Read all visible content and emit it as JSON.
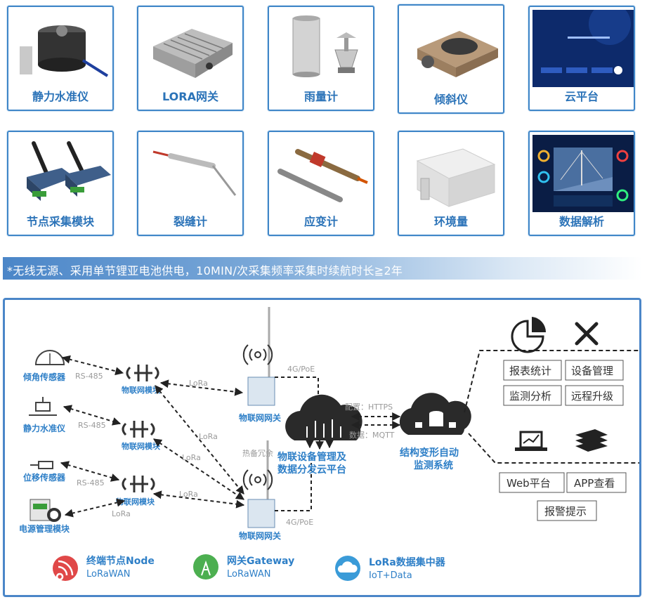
{
  "products": [
    {
      "label": "静力水准仪"
    },
    {
      "label": "LORA网关"
    },
    {
      "label": "雨量计"
    },
    {
      "label": "倾斜仪"
    },
    {
      "label": "云平台"
    },
    {
      "label": "节点采集模块"
    },
    {
      "label": "裂缝计"
    },
    {
      "label": "应变计"
    },
    {
      "label": "环境量"
    },
    {
      "label": "数据解析"
    }
  ],
  "banner": "*无线无源、采用单节锂亚电池供电，10MIN/次采集频率采集时续航时长≧2年",
  "diagram": {
    "sensors": [
      "倾角传感器",
      "静力水准仪",
      "位移传感器",
      "电源管理模块"
    ],
    "rs485": "RS-485",
    "module_label": "物联网模块",
    "lora": "LoRa",
    "gateway_label": "物联网网关",
    "redundant": "热备冗余",
    "poe": "4G/PoE",
    "cloud_line1": "物联设备管理及",
    "cloud_line2": "数据分发云平台",
    "config": "配置：HTTPS",
    "data": "数据：MQTT",
    "system_line1": "结构变形自动",
    "system_line2": "监测系统",
    "functions": [
      "报表统计",
      "设备管理",
      "监测分析",
      "远程升级",
      "Web平台",
      "APP查看",
      "报警提示"
    ],
    "legend": [
      {
        "title": "终端节点Node",
        "sub": "LoRaWAN",
        "color": "#e04848"
      },
      {
        "title": "网关Gateway",
        "sub": "LoRaWAN",
        "color": "#4caf50"
      },
      {
        "title": "LoRa数据集中器",
        "sub": "IoT+Data",
        "color": "#3a9bd8"
      }
    ]
  }
}
